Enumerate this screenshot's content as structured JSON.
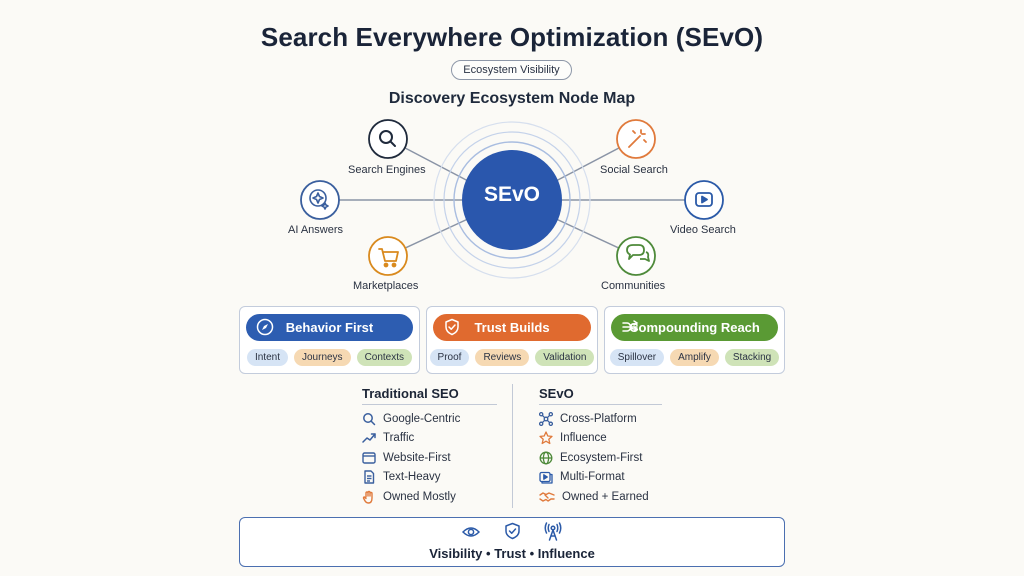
{
  "header": {
    "title": "Search Everywhere Optimization (SEvO)",
    "badge": "Ecosystem Visibility",
    "subtitle": "Discovery Ecosystem Node Map"
  },
  "node_map": {
    "hub": "SEvO",
    "nodes": [
      {
        "label": "Search Engines",
        "icon": "search-icon",
        "color": "#1f2a3c"
      },
      {
        "label": "Social Search",
        "icon": "magic-wand-icon",
        "color": "#e07a3c"
      },
      {
        "label": "AI Answers",
        "icon": "ai-sparkle-icon",
        "color": "#3a5f9e"
      },
      {
        "label": "Video Search",
        "icon": "play-icon",
        "color": "#2b5aa8"
      },
      {
        "label": "Marketplaces",
        "icon": "cart-icon",
        "color": "#d98a1e"
      },
      {
        "label": "Communities",
        "icon": "chat-icon",
        "color": "#4e8a3a"
      }
    ]
  },
  "pillars": [
    {
      "title": "Behavior First",
      "icon": "compass-icon",
      "color": "#2d5db1",
      "tags": [
        "Intent",
        "Journeys",
        "Contexts"
      ]
    },
    {
      "title": "Trust Builds",
      "icon": "shield-icon",
      "color": "#e06a2f",
      "tags": [
        "Proof",
        "Reviews",
        "Validation"
      ]
    },
    {
      "title": "Compounding Reach",
      "icon": "branching-arrows-icon",
      "color": "#5a9a34",
      "tags": [
        "Spillover",
        "Amplify",
        "Stacking"
      ]
    }
  ],
  "comparison": {
    "left": {
      "heading": "Traditional SEO",
      "items": [
        {
          "label": "Google-Centric",
          "icon": "search-icon"
        },
        {
          "label": "Traffic",
          "icon": "trend-icon"
        },
        {
          "label": "Website-First",
          "icon": "browser-icon"
        },
        {
          "label": "Text-Heavy",
          "icon": "document-icon"
        },
        {
          "label": "Owned Mostly",
          "icon": "hand-icon"
        }
      ]
    },
    "right": {
      "heading": "SEvO",
      "items": [
        {
          "label": "Cross-Platform",
          "icon": "network-icon"
        },
        {
          "label": "Influence",
          "icon": "star-icon"
        },
        {
          "label": "Ecosystem-First",
          "icon": "globe-icon"
        },
        {
          "label": "Multi-Format",
          "icon": "media-icon"
        },
        {
          "label": "Owned + Earned",
          "icon": "handshake-icon"
        }
      ]
    }
  },
  "footer": {
    "icons": [
      "eye-icon",
      "shield-check-icon",
      "broadcast-icon"
    ],
    "text": "Visibility • Trust • Influence"
  }
}
